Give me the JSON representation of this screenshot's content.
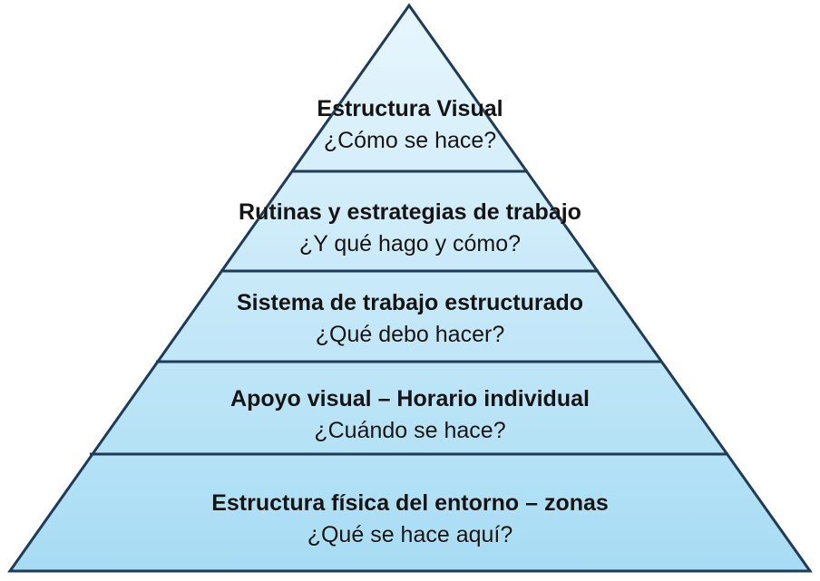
{
  "diagram": {
    "type": "pyramid",
    "colors": {
      "fill_top": "#e8f6fd",
      "fill_bottom": "#a7dcf4",
      "outline": "#1f3b57",
      "text": "#141414"
    },
    "levels": [
      {
        "title": "Estructura Visual",
        "question": "¿Cómo se hace?"
      },
      {
        "title": "Rutinas y estrategias de trabajo",
        "question": "¿Y qué hago y cómo?"
      },
      {
        "title": "Sistema de trabajo estructurado",
        "question": "¿Qué debo hacer?"
      },
      {
        "title": "Apoyo visual – Horario individual",
        "question": "¿Cuándo se hace?"
      },
      {
        "title": "Estructura física del entorno – zonas",
        "question": "¿Qué se hace aquí?"
      }
    ]
  }
}
